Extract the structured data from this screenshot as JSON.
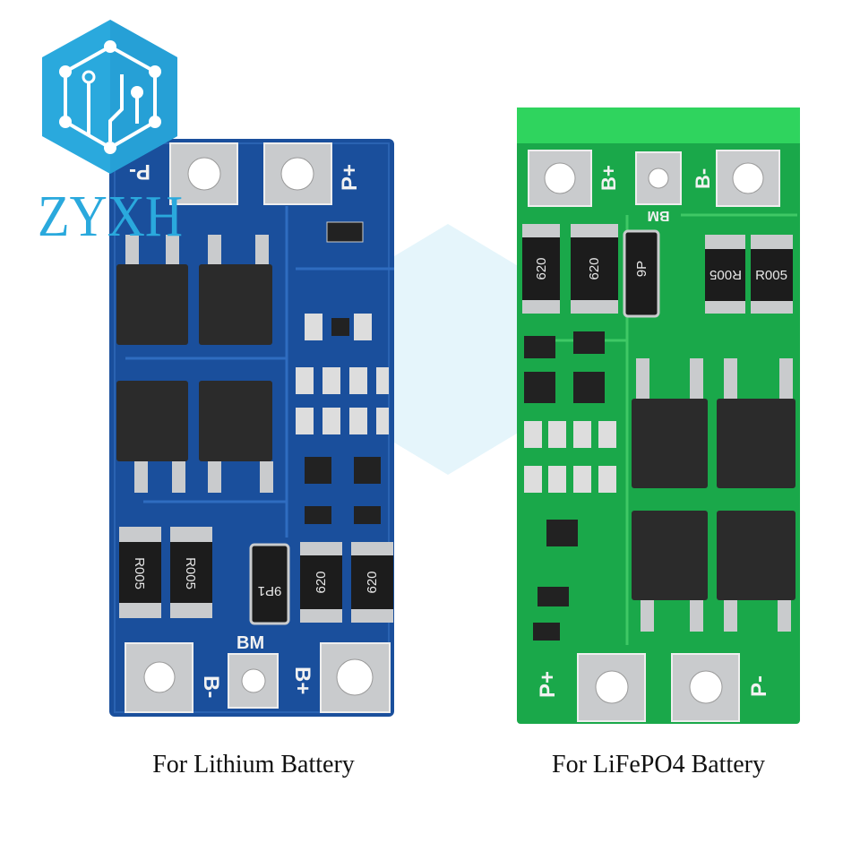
{
  "brand": {
    "logo_text": "ZYXH",
    "color": "#2aa9dd"
  },
  "boards": [
    {
      "name": "lithium",
      "pcb_color": "#1a4f9c",
      "caption": "For Lithium Battery",
      "pads": {
        "top_left": "P-",
        "top_right": "P+",
        "bottom_left": "B-",
        "bottom_mid": "BM",
        "bottom_right": "B+"
      },
      "components": {
        "resistor_1": "R005",
        "resistor_2": "R005",
        "diode": "9P1",
        "cap_1": "620",
        "cap_2": "620"
      }
    },
    {
      "name": "lifepo4",
      "pcb_color": "#1aa84a",
      "caption": "For LiFePO4 Battery",
      "pads": {
        "top_left": "B+",
        "top_mid": "BM",
        "top_right": "B-",
        "bottom_left": "P+",
        "bottom_right": "P-"
      },
      "components": {
        "cap_1": "620",
        "cap_2": "620",
        "diode": "9P",
        "resistor_1": "R005",
        "resistor_2": "R005"
      }
    }
  ]
}
